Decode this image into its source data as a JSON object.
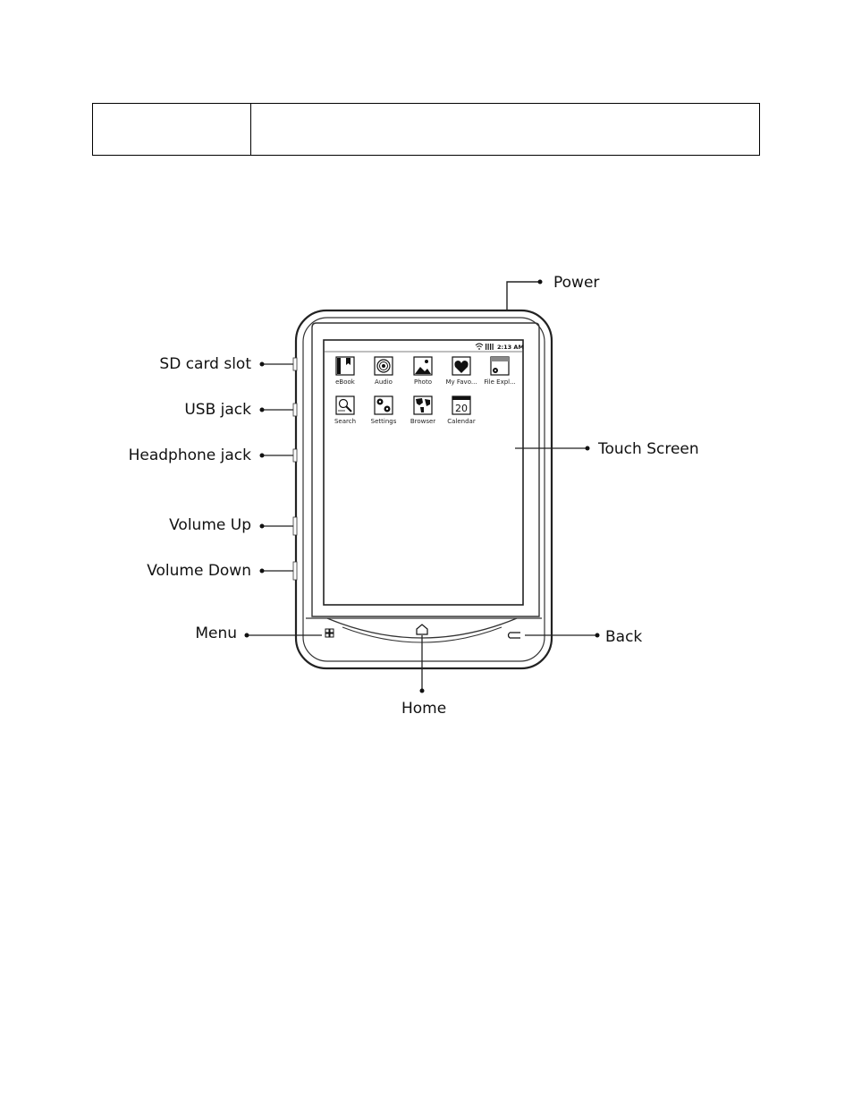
{
  "table": {
    "rows": [
      {
        "label": "",
        "value": ""
      }
    ]
  },
  "device": {
    "status_time": "2:13 AM",
    "apps": [
      {
        "label": "eBook",
        "icon": "book-icon"
      },
      {
        "label": "Audio",
        "icon": "speaker-icon"
      },
      {
        "label": "Photo",
        "icon": "photo-icon"
      },
      {
        "label": "My Favo...",
        "icon": "heart-icon"
      },
      {
        "label": "File Expl...",
        "icon": "folder-gear-icon"
      },
      {
        "label": "Search",
        "icon": "magnifier-icon"
      },
      {
        "label": "Settings",
        "icon": "gears-icon"
      },
      {
        "label": "Browser",
        "icon": "globe-icon"
      },
      {
        "label": "Calendar",
        "icon": "calendar-icon",
        "number": "20"
      }
    ]
  },
  "callouts": {
    "power": "Power",
    "sd_card_slot": "SD card slot",
    "usb_jack": "USB jack",
    "headphone_jack": "Headphone jack",
    "volume_up": "Volume Up",
    "volume_down": "Volume Down",
    "touch_screen": "Touch Screen",
    "menu": "Menu",
    "home": "Home",
    "back": "Back"
  }
}
